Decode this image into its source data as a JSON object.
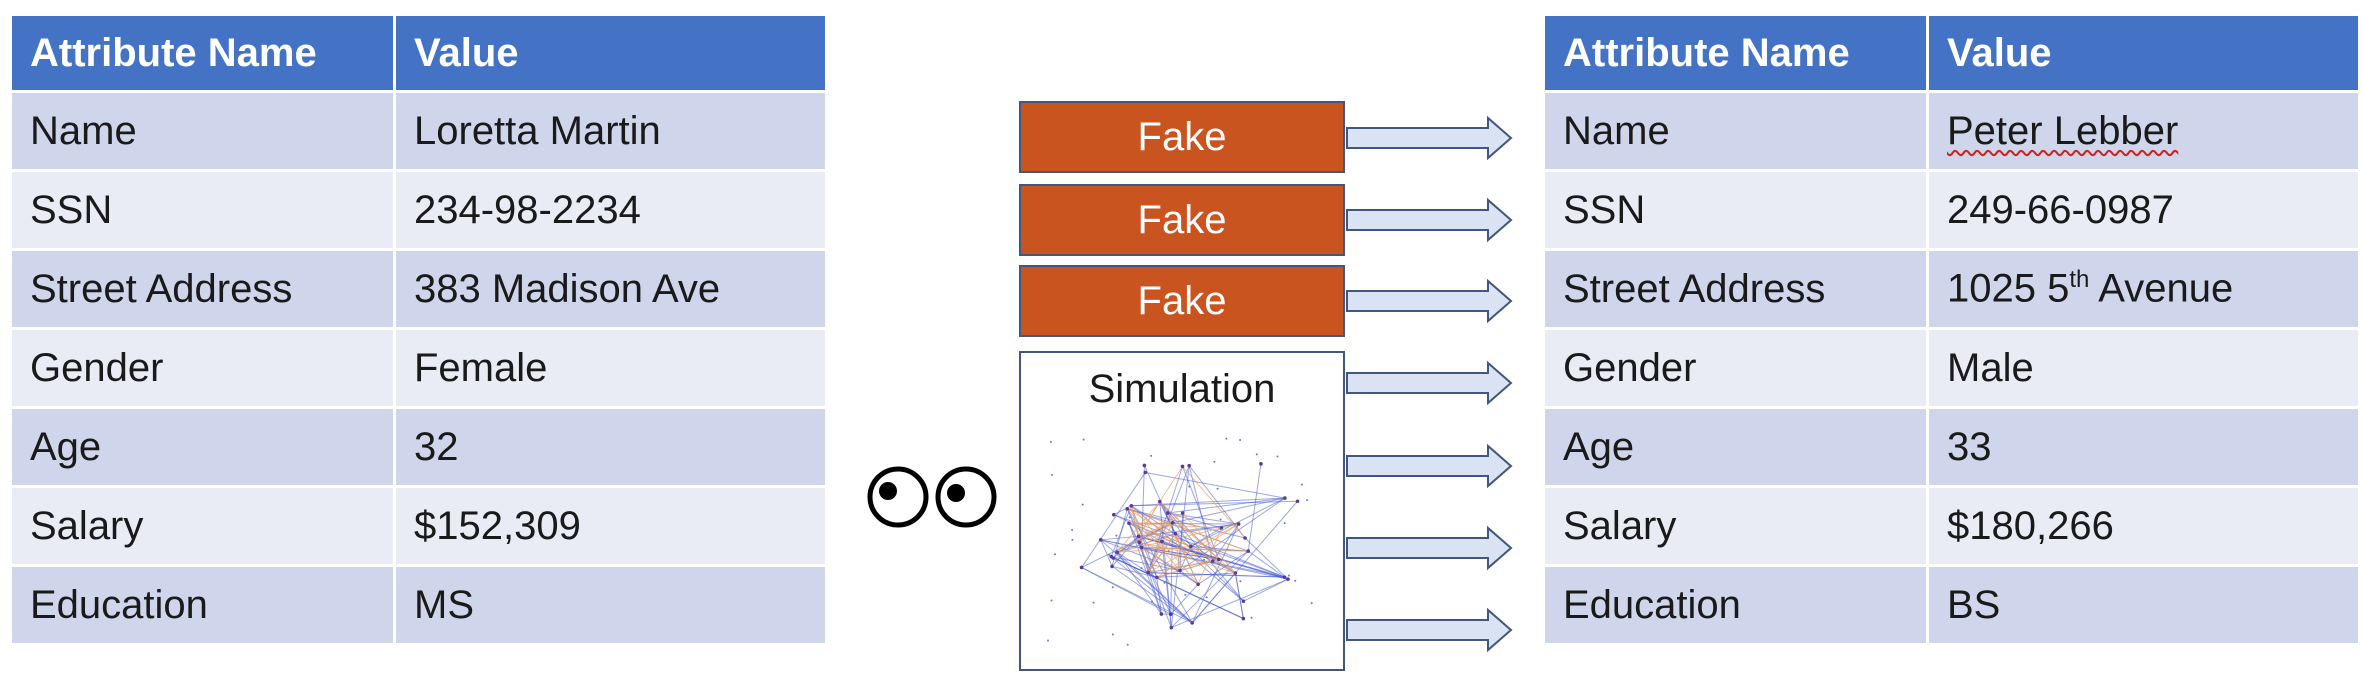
{
  "left_table": {
    "header": {
      "attribute": "Attribute Name",
      "value": "Value"
    },
    "rows": [
      {
        "attribute": "Name",
        "value": "Loretta Martin"
      },
      {
        "attribute": "SSN",
        "value": "234-98-2234"
      },
      {
        "attribute": "Street Address",
        "value": "383 Madison Ave"
      },
      {
        "attribute": "Gender",
        "value": "Female"
      },
      {
        "attribute": "Age",
        "value": "32"
      },
      {
        "attribute": "Salary",
        "value": "$152,309"
      },
      {
        "attribute": "Education",
        "value": "MS"
      }
    ]
  },
  "right_table": {
    "header": {
      "attribute": "Attribute Name",
      "value": "Value"
    },
    "rows": [
      {
        "attribute": "Name",
        "value": "Peter Lebber"
      },
      {
        "attribute": "SSN",
        "value": "249-66-0987"
      },
      {
        "attribute": "Street Address",
        "value_prefix": "1025 5",
        "value_sup": "th",
        "value_suffix": " Avenue"
      },
      {
        "attribute": "Gender",
        "value": "Male"
      },
      {
        "attribute": "Age",
        "value": "33"
      },
      {
        "attribute": "Salary",
        "value": "$180,266"
      },
      {
        "attribute": "Education",
        "value": "BS"
      }
    ]
  },
  "middle": {
    "fake_labels": [
      "Fake",
      "Fake",
      "Fake"
    ],
    "simulation_label": "Simulation"
  },
  "colors": {
    "header_blue": "#4472c4",
    "row_dark": "#cfd5ea",
    "row_light": "#e9ebf5",
    "fake_orange": "#c9541f",
    "arrow_fill": "#dae3f3",
    "arrow_stroke": "#41577d"
  },
  "icons": [
    "eyes-icon",
    "network-graph-icon",
    "right-arrow-icon"
  ]
}
